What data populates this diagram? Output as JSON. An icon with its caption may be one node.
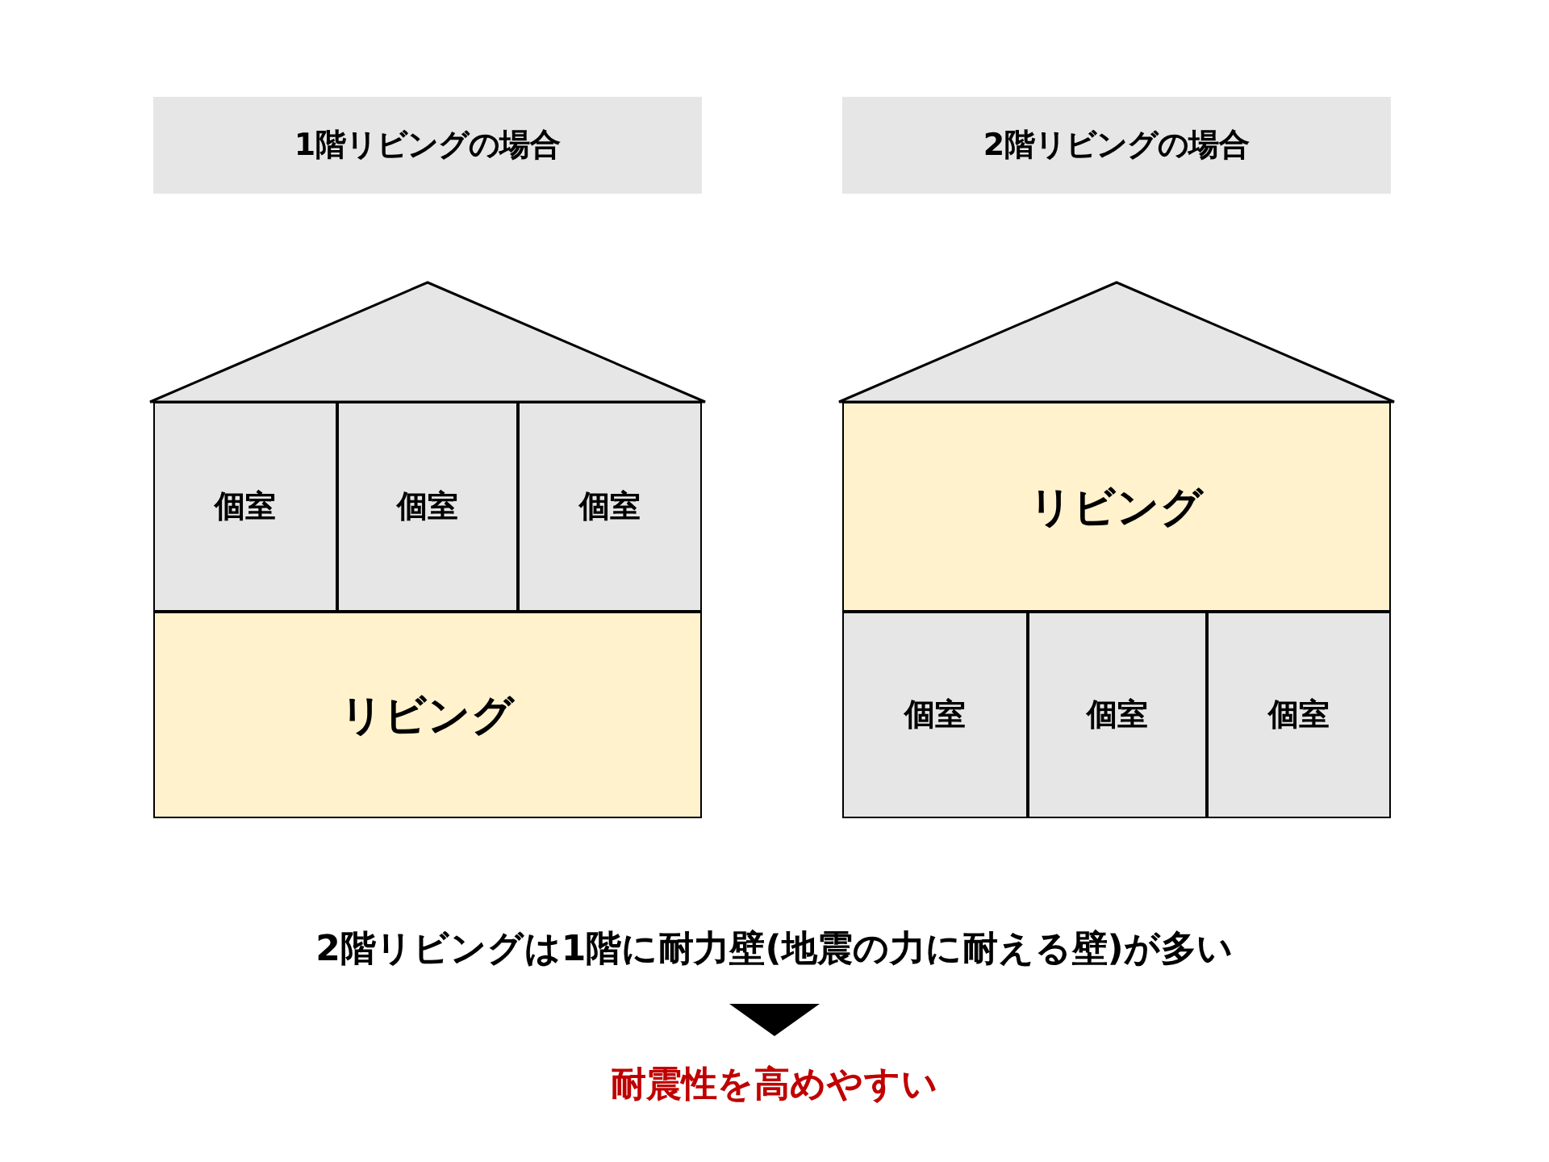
{
  "diagram": {
    "nodes": [
      {
        "text": [
          "1階リビングの場合"
        ]
      },
      {
        "text": [],
        "shape": "triangle"
      },
      {
        "text": [
          "個室"
        ]
      },
      {
        "text": [
          "個室"
        ]
      },
      {
        "text": [
          "個室"
        ]
      },
      {
        "text": [
          "リビング"
        ]
      },
      {
        "text": [
          "2階リビングの場合"
        ]
      },
      {
        "text": [],
        "shape": "triangle"
      },
      {
        "text": [
          "リビング"
        ]
      },
      {
        "text": [
          "個室"
        ]
      },
      {
        "text": [
          "個室"
        ]
      },
      {
        "text": [
          "個室"
        ]
      },
      {
        "text": [
          "2階リビングは1階に耐力壁(地震の力に耐える壁)が多い"
        ]
      },
      {
        "text": [
          "耐震性を高めやすい"
        ]
      }
    ],
    "edges": [
      {
        "from": 12,
        "to": 13,
        "arrow": "to"
      }
    ]
  }
}
